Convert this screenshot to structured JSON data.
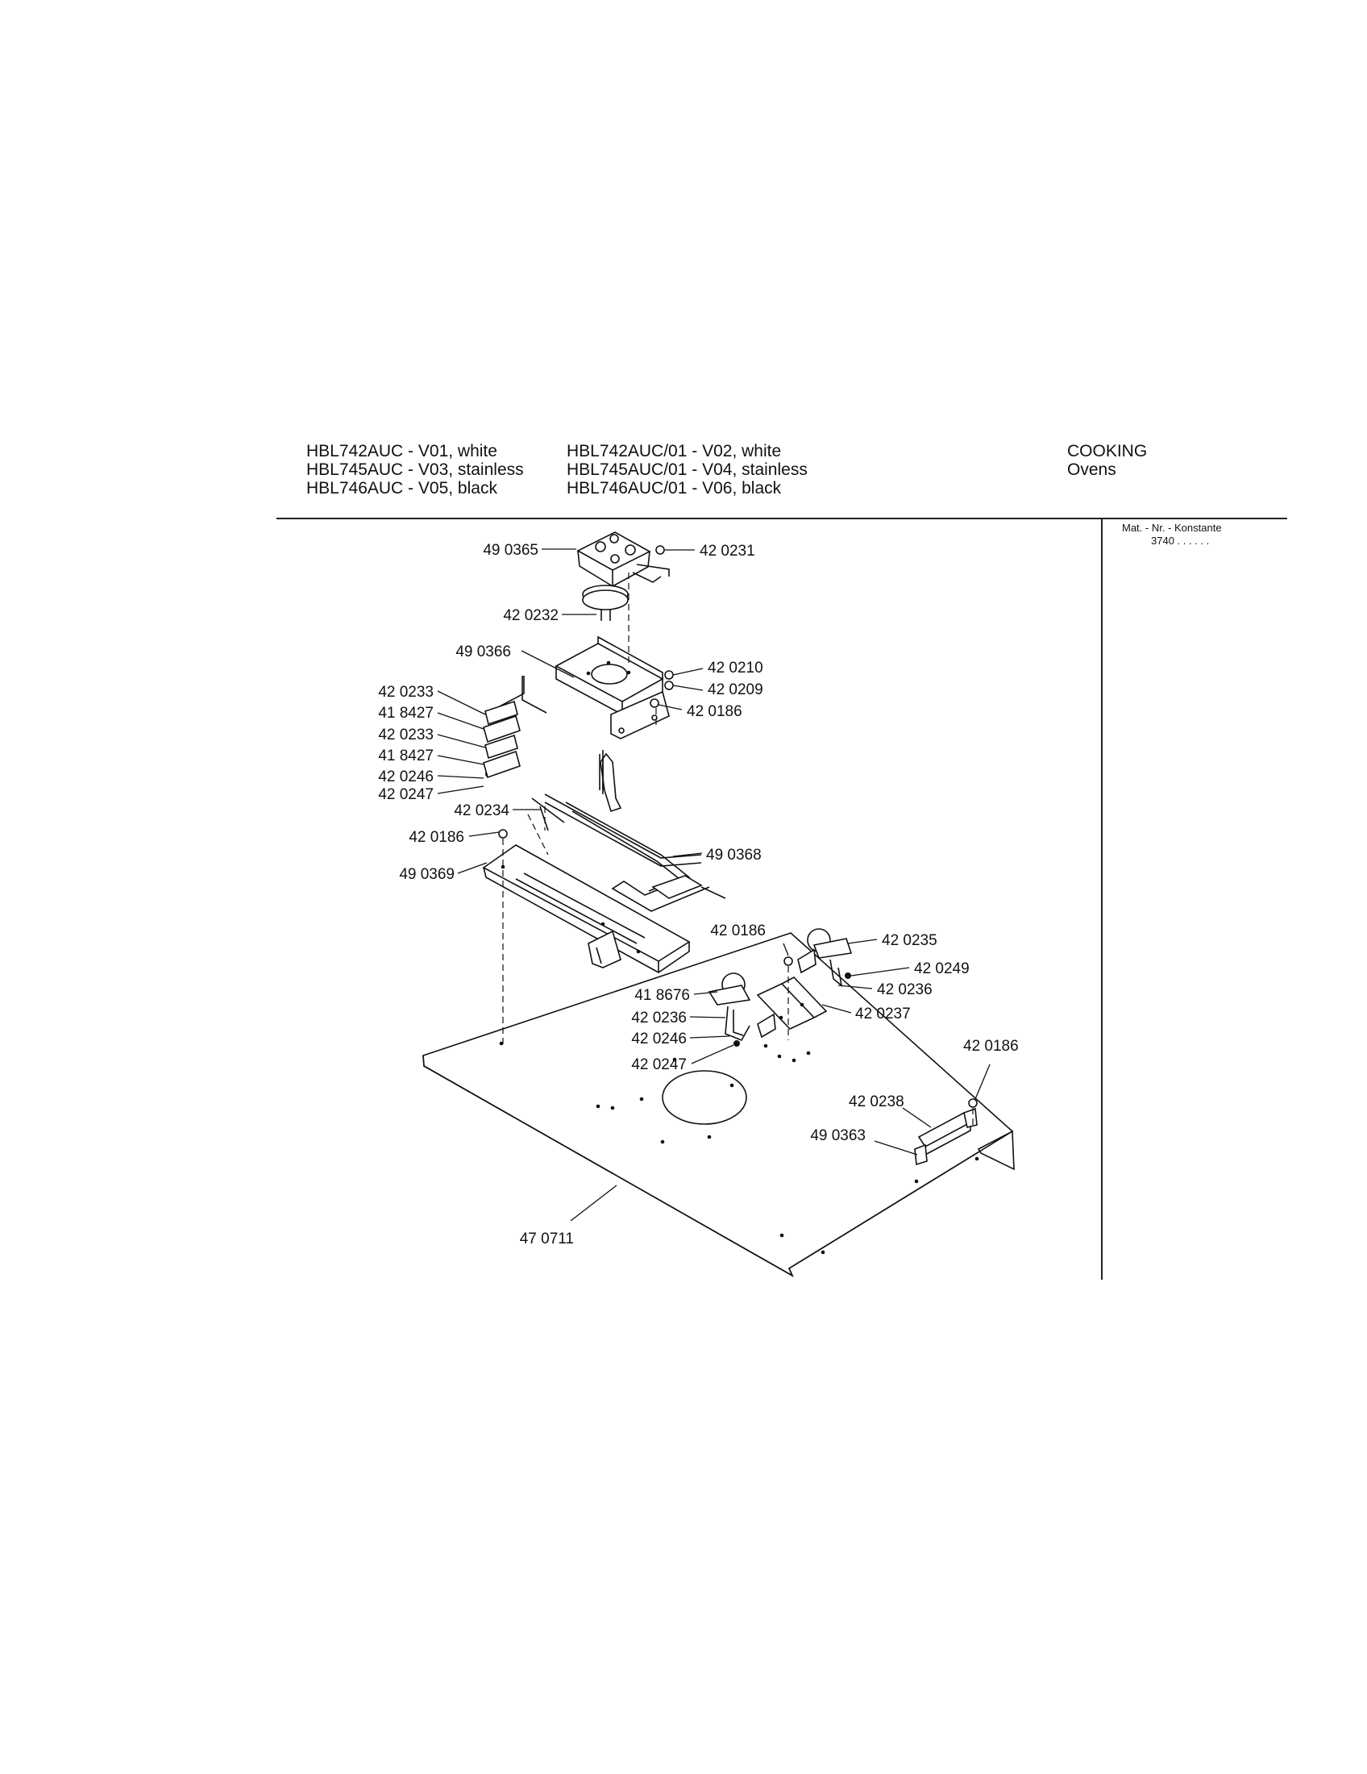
{
  "header": {
    "models_left": [
      "HBL742AUC - V01, white",
      "HBL745AUC - V03, stainless",
      "HBL746AUC - V05, black"
    ],
    "models_right": [
      "HBL742AUC/01 - V02, white",
      "HBL745AUC/01 - V04, stainless",
      "HBL746AUC/01 - V06, black"
    ],
    "category": "COOKING",
    "subcategory": "Ovens"
  },
  "sidebar": {
    "label": "Mat. - Nr. - Konstante",
    "konstante": "3740 . .   . . . ."
  },
  "parts": [
    {
      "id": "p1",
      "number": "49 0365"
    },
    {
      "id": "p2",
      "number": "42 0231"
    },
    {
      "id": "p3",
      "number": "42 0232"
    },
    {
      "id": "p4",
      "number": "49 0366"
    },
    {
      "id": "p5",
      "number": "42 0210"
    },
    {
      "id": "p6",
      "number": "42 0209"
    },
    {
      "id": "p7",
      "number": "42 0186"
    },
    {
      "id": "p8",
      "number": "42 0233"
    },
    {
      "id": "p9",
      "number": "41 8427"
    },
    {
      "id": "p10",
      "number": "42 0233"
    },
    {
      "id": "p11",
      "number": "41 8427"
    },
    {
      "id": "p12",
      "number": "42 0246"
    },
    {
      "id": "p13",
      "number": "42 0247"
    },
    {
      "id": "p14",
      "number": "42 0234"
    },
    {
      "id": "p15",
      "number": "42 0186"
    },
    {
      "id": "p16",
      "number": "49 0368"
    },
    {
      "id": "p17",
      "number": "49 0369"
    },
    {
      "id": "p18",
      "number": "42 0186"
    },
    {
      "id": "p19",
      "number": "42 0235"
    },
    {
      "id": "p20",
      "number": "42 0249"
    },
    {
      "id": "p21",
      "number": "42 0236"
    },
    {
      "id": "p22",
      "number": "41 8676"
    },
    {
      "id": "p23",
      "number": "42 0237"
    },
    {
      "id": "p24",
      "number": "42 0236"
    },
    {
      "id": "p25",
      "number": "42 0246"
    },
    {
      "id": "p26",
      "number": "42 0247"
    },
    {
      "id": "p27",
      "number": "42 0186"
    },
    {
      "id": "p28",
      "number": "42 0238"
    },
    {
      "id": "p29",
      "number": "49 0363"
    },
    {
      "id": "p30",
      "number": "47 0711"
    }
  ]
}
